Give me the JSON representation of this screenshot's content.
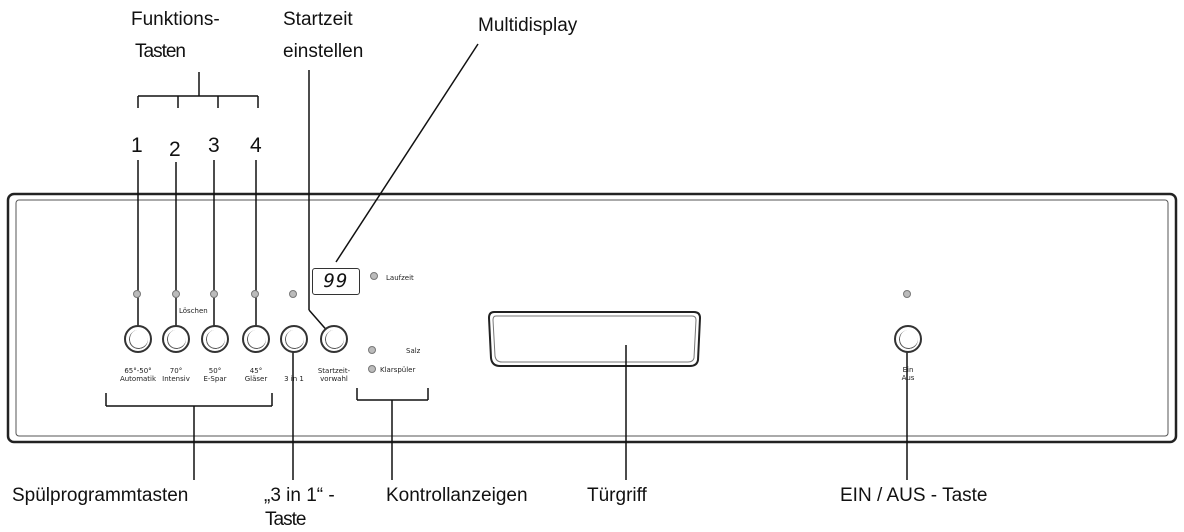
{
  "labels": {
    "funktionstasten_line1": "Funktions-",
    "funktionstasten_line2": "Tasten",
    "startzeit_line1": "Startzeit",
    "startzeit_line2": "einstellen",
    "multidisplay": "Multidisplay",
    "spuelprogrammtasten": "Spülprogrammtasten",
    "dreiineins_line1": "„3 in 1“ -",
    "dreiineins_line2": "Taste",
    "kontrollanzeigen": "Kontrollanzeigen",
    "tuergriff": "Türgriff",
    "einaus": "EIN / AUS - Taste"
  },
  "numbers": [
    "1",
    "2",
    "3",
    "4"
  ],
  "panel": {
    "display_value": "99",
    "laufzeit": "Laufzeit",
    "loeschen": "Löschen",
    "salz": "Salz",
    "klarspueler": "Klarspüler",
    "programs": [
      {
        "line1": "65°-50°",
        "line2": "Automatik"
      },
      {
        "line1": "70°",
        "line2": "Intensiv"
      },
      {
        "line1": "50°",
        "line2": "E-Spar"
      },
      {
        "line1": "45°",
        "line2": "Gläser"
      }
    ],
    "dreiineins_button": "3 in 1",
    "startzeit_button_line1": "Startzeit-",
    "startzeit_button_line2": "vorwahl",
    "ein": "Ein",
    "aus": "Aus"
  }
}
